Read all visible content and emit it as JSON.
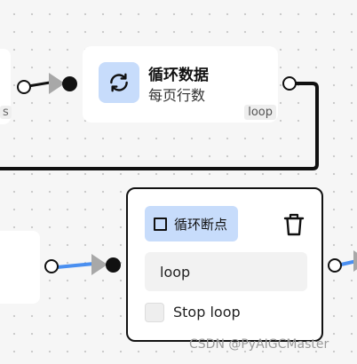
{
  "top_left_node": {
    "tag": "s"
  },
  "loop_node": {
    "title": "循环数据",
    "subtitle": "每页行数",
    "tag": "loop",
    "icon": "refresh-icon"
  },
  "break_node": {
    "chip_label": "循环断点",
    "chip_icon": "square-icon",
    "delete_icon": "trash-icon",
    "input_value": "loop",
    "checkbox_label": "Stop loop",
    "checkbox_checked": false
  },
  "watermark": "CSDN @PyAIGCMaster",
  "colors": {
    "edge_default": "#111111",
    "edge_active": "#4a8ff0",
    "chip_bg": "#c7dcfb",
    "arrow": "#a8a8a8"
  }
}
